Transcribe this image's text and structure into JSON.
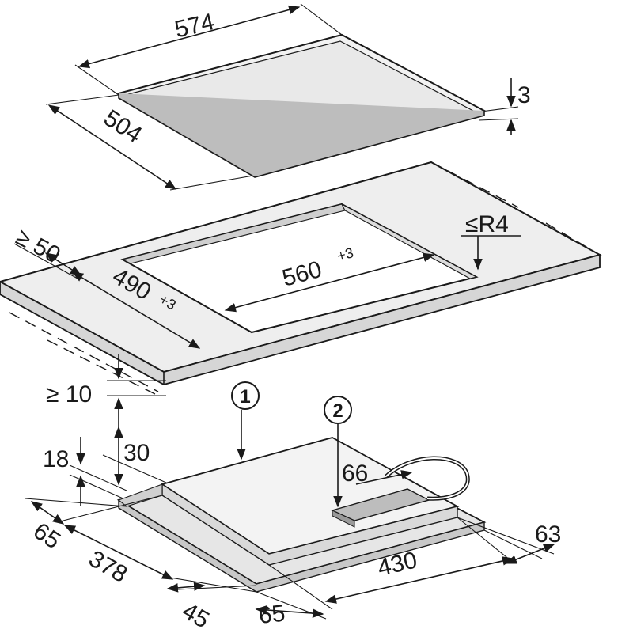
{
  "cooktop": {
    "width": "574",
    "depth": "504",
    "thickness": "3"
  },
  "cutout": {
    "min_front_edge": "≥ 50",
    "depth": "490",
    "depth_tol": "+3",
    "width": "560",
    "width_tol": "+3",
    "corner_radius": "≤R4",
    "min_under_clearance": "≥ 10"
  },
  "underside": {
    "callout_1": "1",
    "callout_2": "2",
    "height_30": "30",
    "height_18": "18",
    "cable_66": "66",
    "dim_63": "63",
    "dim_65_left": "65",
    "dim_378": "378",
    "dim_430": "430",
    "dim_45": "45",
    "dim_65_bottom": "65"
  }
}
